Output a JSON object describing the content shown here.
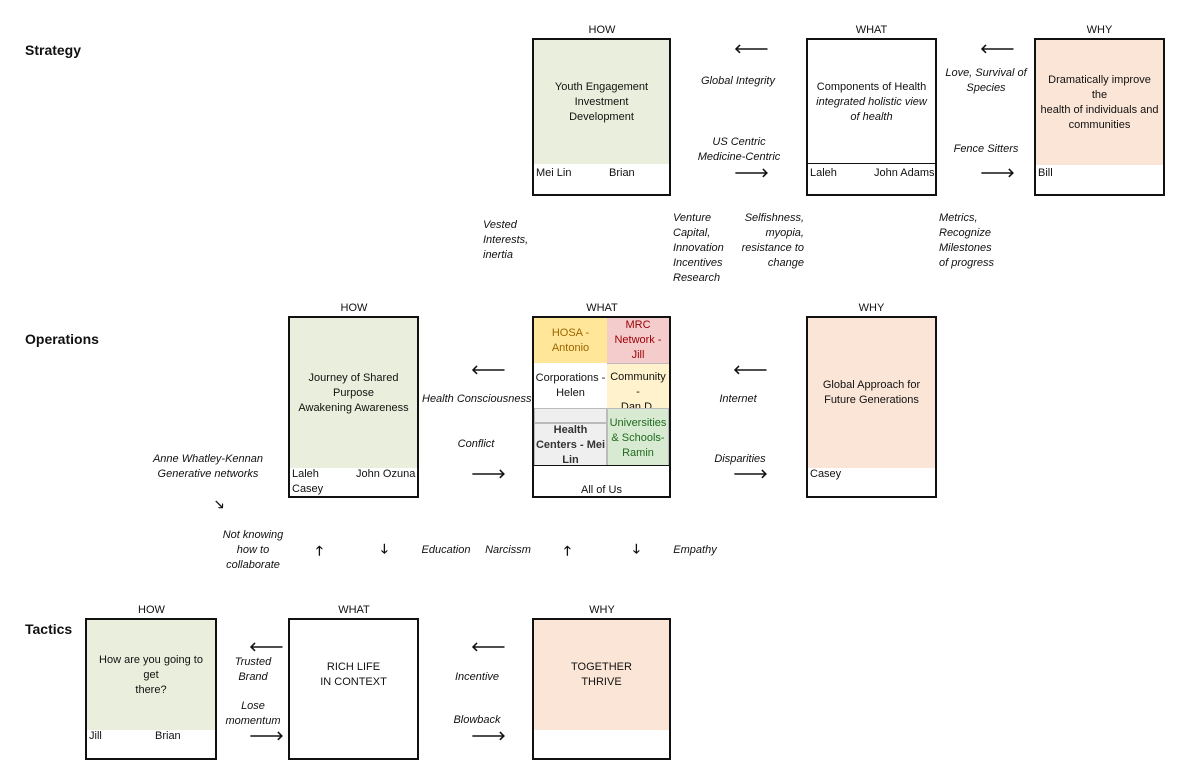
{
  "rows": {
    "strategy": "Strategy",
    "operations": "Operations",
    "tactics": "Tactics"
  },
  "heads": {
    "how": "HOW",
    "what": "WHAT",
    "why": "WHY"
  },
  "strategy": {
    "how": {
      "text": "Youth Engagement\nInvestment\nDevelopment",
      "owner1": "Mei Lin",
      "owner2": "Brian"
    },
    "what": {
      "line1": "Components of Health",
      "line2": "integrated holistic view\nof health",
      "owner1": "Laleh",
      "owner2": "John Adams"
    },
    "why": {
      "text": "Dramatically improve the\nhealth of individuals and\ncommunities",
      "owner1": "Bill"
    },
    "notes": {
      "global_integrity": "Global Integrity",
      "us_centric": "US Centric\nMedicine-Centric",
      "love": "Love, Survival of\nSpecies",
      "fence": "Fence Sitters",
      "vested": "Vested\nInterests,\ninertia",
      "venture": "Venture\nCapital,\nInnovation\nIncentives\nResearch",
      "selfishness": "Selfishness,\nmyopia,\nresistance to\nchange",
      "metrics": "Metrics,\nRecognize\nMilestones\nof progress"
    }
  },
  "operations": {
    "how": {
      "text": "Journey of Shared\nPurpose\nAwakening Awareness",
      "owner1": "Laleh",
      "owner2": "John Ozuna",
      "owner3": "Casey"
    },
    "what": {
      "hosa": "HOSA -\nAntonio",
      "mrc": "MRC\nNetwork -\nJill",
      "corporations": "Corporations -\nHelen",
      "community": "Community -\nDan D.",
      "health_centers": "Health\nCenters - Mei\nLin",
      "universities": "Universities\n& Schools-\nRamin",
      "all": "All of Us"
    },
    "why": {
      "text": "Global Approach for\nFuture Generations",
      "owner1": "Casey"
    },
    "notes": {
      "health_consciousness": "Health Consciousness",
      "conflict": "Conflict",
      "internet": "Internet",
      "disparities": "Disparities",
      "anne": "Anne Whatley-Kennan\nGenerative networks",
      "not_knowing": "Not knowing\nhow to\ncollaborate",
      "education": "Education",
      "narcissm": "Narcissm",
      "empathy": "Empathy"
    }
  },
  "tactics": {
    "how": {
      "text": "How are you going to get\nthere?",
      "owner1": "Jill",
      "owner2": "Brian"
    },
    "what": {
      "text": "RICH LIFE\nIN CONTEXT"
    },
    "why": {
      "text": "TOGETHER\nTHRIVE"
    },
    "notes": {
      "trusted": "Trusted\nBrand",
      "lose": "Lose\nmomentum",
      "incentive": "Incentive",
      "blowback": "Blowback"
    }
  },
  "arrows": {
    "left": "🡐",
    "right": "🡒",
    "up": "🡑",
    "down": "🡓",
    "diag": "🡖"
  },
  "colors": {
    "green": "#e9efdc",
    "peach": "#fbe5d6",
    "yellow": "#ffe699",
    "pink": "#f4cccc",
    "lightyellow": "#fff2cc",
    "lightgreen": "#d9ead3",
    "gray": "#efefef"
  }
}
